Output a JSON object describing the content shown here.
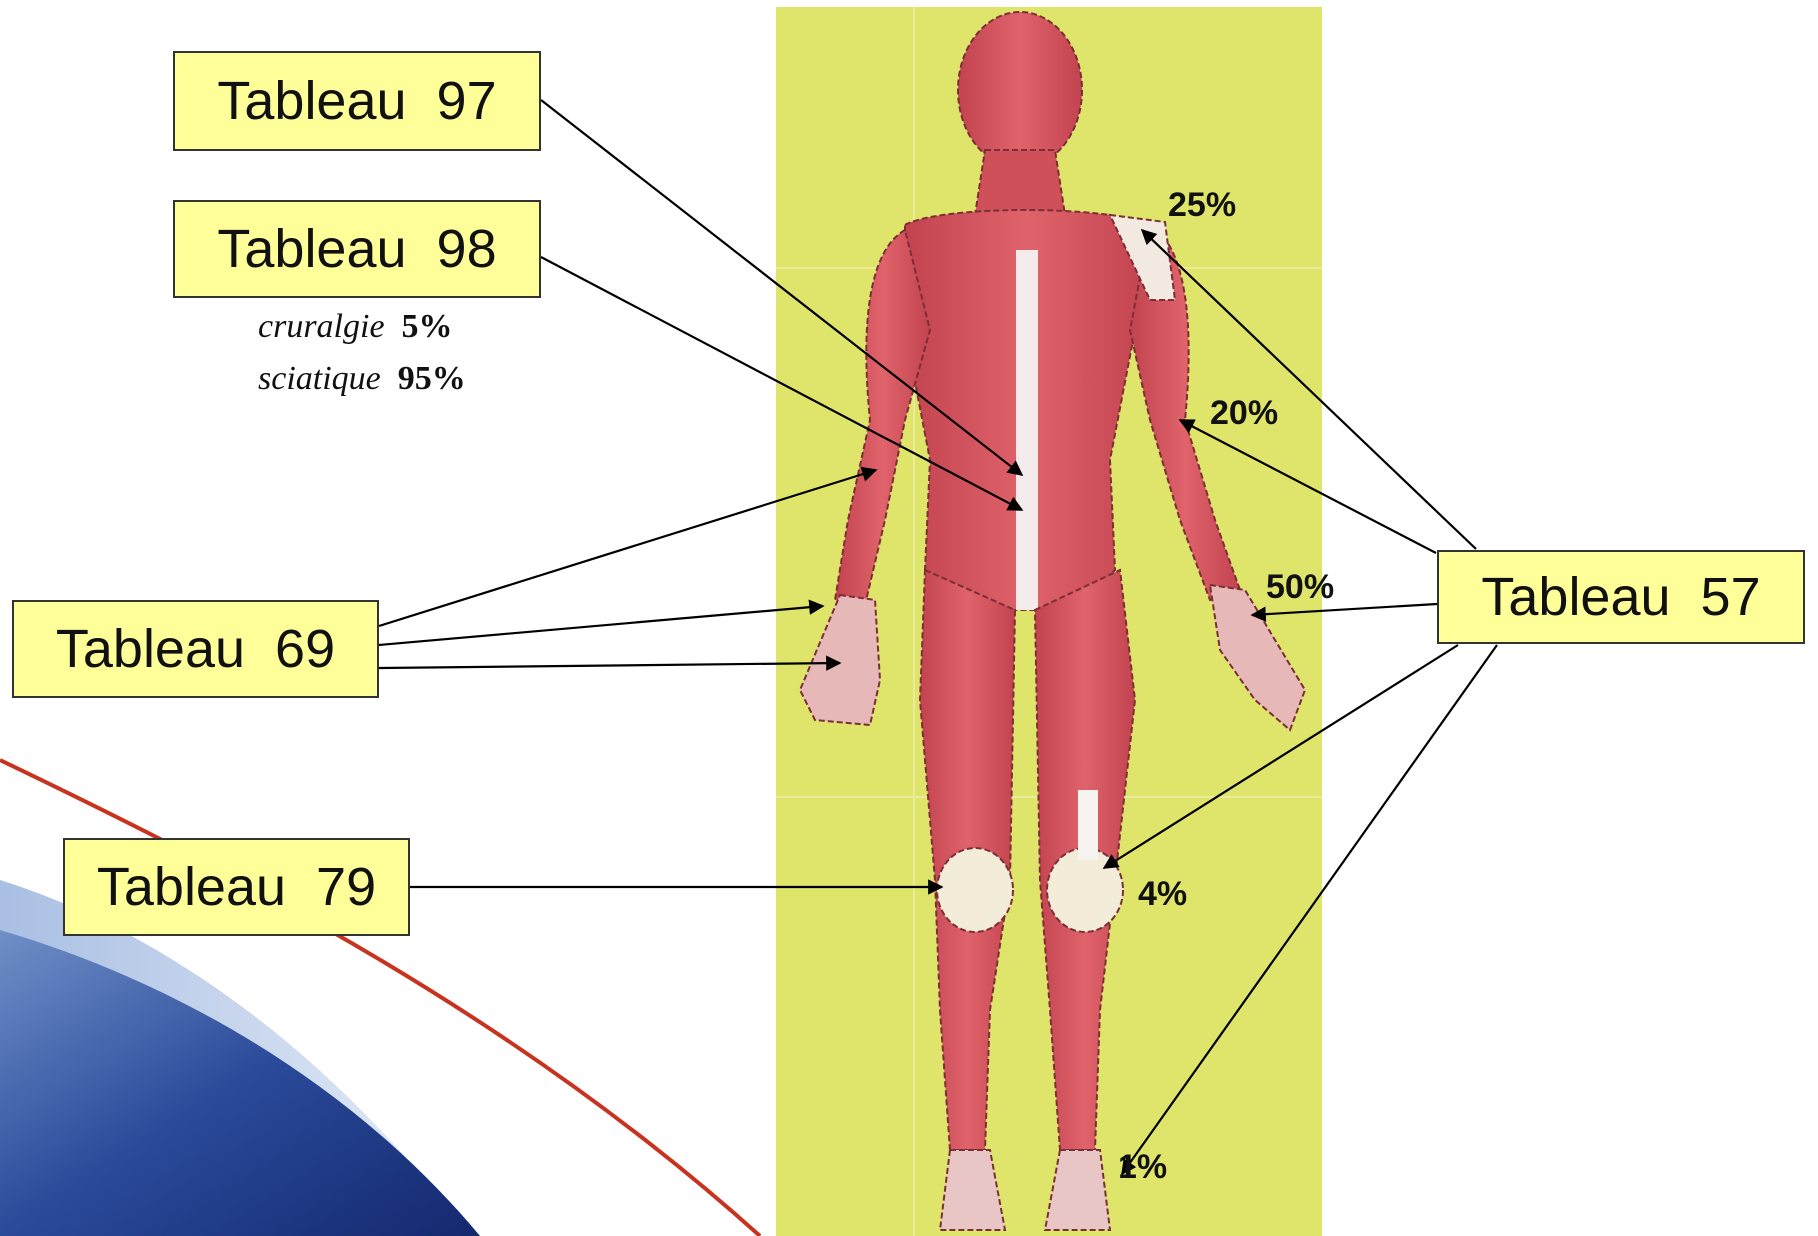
{
  "tableaux": {
    "t97": "Tableau  97",
    "t98": "Tableau  98",
    "t69": "Tableau  69",
    "t79": "Tableau  79",
    "t57": "Tableau  57"
  },
  "notes": {
    "cruralgie_label": "cruralgie",
    "cruralgie_value": "5%",
    "sciatique_label": "sciatique",
    "sciatique_value": "95%"
  },
  "percentages": {
    "shoulder": "25%",
    "elbow": "20%",
    "wrist": "50%",
    "knee": "4%",
    "ankle": "1%"
  },
  "colors": {
    "label_fill": "#ffff99",
    "figure_panel": "#dfe46a",
    "muscle": "#d9545e",
    "tendon": "#f4ecec",
    "swoosh_blue": "#1c3a8a",
    "swoosh_red": "#c8331f"
  }
}
